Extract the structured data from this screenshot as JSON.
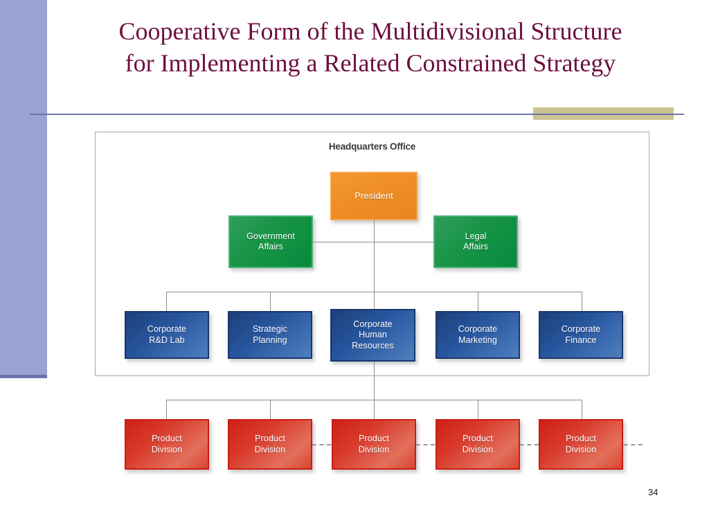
{
  "slide": {
    "title_line_1": "Cooperative Form of the Multidivisional Structure",
    "title_line_2": "for Implementing a Related Constrained Strategy",
    "page_number": "34",
    "colors": {
      "title_text": "#6d0f3e",
      "left_sidebar": "#98a2d4",
      "gold_accent": "#c9c491",
      "rule_line": "#6c74a8",
      "president_box": "#ef8e26",
      "staff_box": "#199547",
      "corporate_box": "#26549c",
      "division_box": "#d8392b",
      "connector_line": "#8d8d8d"
    }
  },
  "chart_data": {
    "type": "diagram",
    "title": "Headquarters Office",
    "levels": [
      {
        "id": "president-level",
        "nodes": [
          {
            "id": "president",
            "label": "President",
            "color": "#ef8e26"
          }
        ]
      },
      {
        "id": "staff-level",
        "nodes": [
          {
            "id": "government-affairs",
            "label": "Government Affairs",
            "line_1": "Government",
            "line_2": "Affairs",
            "color": "#199547"
          },
          {
            "id": "legal-affairs",
            "label": "Legal Affairs",
            "line_1": "Legal",
            "line_2": "Affairs",
            "color": "#199547"
          }
        ]
      },
      {
        "id": "corporate-level",
        "nodes": [
          {
            "id": "corporate-rd-lab",
            "label": "Corporate R&D Lab",
            "line_1": "Corporate",
            "line_2": "R&D Lab",
            "line_3": "",
            "color": "#26549c"
          },
          {
            "id": "strategic-planning",
            "label": "Strategic Planning",
            "line_1": "Strategic",
            "line_2": "Planning",
            "line_3": "",
            "color": "#26549c"
          },
          {
            "id": "corporate-human-resources",
            "label": "Corporate Human Resources",
            "line_1": "Corporate",
            "line_2": "Human",
            "line_3": "Resources",
            "color": "#26549c"
          },
          {
            "id": "corporate-marketing",
            "label": "Corporate Marketing",
            "line_1": "Corporate",
            "line_2": "Marketing",
            "line_3": "",
            "color": "#26549c"
          },
          {
            "id": "corporate-finance",
            "label": "Corporate Finance",
            "line_1": "Corporate",
            "line_2": "Finance",
            "line_3": "",
            "color": "#26549c"
          }
        ]
      },
      {
        "id": "division-level",
        "nodes": [
          {
            "id": "product-division-1",
            "label": "Product Division",
            "line_1": "Product",
            "line_2": "Division",
            "color": "#d8392b"
          },
          {
            "id": "product-division-2",
            "label": "Product Division",
            "line_1": "Product",
            "line_2": "Division",
            "color": "#d8392b"
          },
          {
            "id": "product-division-3",
            "label": "Product Division",
            "line_1": "Product",
            "line_2": "Division",
            "color": "#d8392b"
          },
          {
            "id": "product-division-4",
            "label": "Product Division",
            "line_1": "Product",
            "line_2": "Division",
            "color": "#d8392b"
          },
          {
            "id": "product-division-5",
            "label": "Product Division",
            "line_1": "Product",
            "line_2": "Division",
            "color": "#d8392b"
          }
        ]
      }
    ],
    "connections": [
      {
        "from": "president",
        "to": "government-affairs",
        "style": "solid"
      },
      {
        "from": "president",
        "to": "legal-affairs",
        "style": "solid"
      },
      {
        "from": "president",
        "to": "corporate-rd-lab",
        "style": "solid"
      },
      {
        "from": "president",
        "to": "strategic-planning",
        "style": "solid"
      },
      {
        "from": "president",
        "to": "corporate-human-resources",
        "style": "solid"
      },
      {
        "from": "president",
        "to": "corporate-marketing",
        "style": "solid"
      },
      {
        "from": "president",
        "to": "corporate-finance",
        "style": "solid"
      },
      {
        "from": "corporate-human-resources",
        "to": "product-division-1",
        "style": "solid"
      },
      {
        "from": "corporate-human-resources",
        "to": "product-division-2",
        "style": "solid"
      },
      {
        "from": "corporate-human-resources",
        "to": "product-division-3",
        "style": "solid"
      },
      {
        "from": "corporate-human-resources",
        "to": "product-division-4",
        "style": "solid"
      },
      {
        "from": "corporate-human-resources",
        "to": "product-division-5",
        "style": "solid"
      },
      {
        "from": "product-division-1",
        "to": "product-division-2",
        "style": "dashed"
      },
      {
        "from": "product-division-2",
        "to": "product-division-3",
        "style": "dashed"
      },
      {
        "from": "product-division-3",
        "to": "product-division-4",
        "style": "dashed"
      },
      {
        "from": "product-division-4",
        "to": "product-division-5",
        "style": "dashed"
      }
    ]
  }
}
